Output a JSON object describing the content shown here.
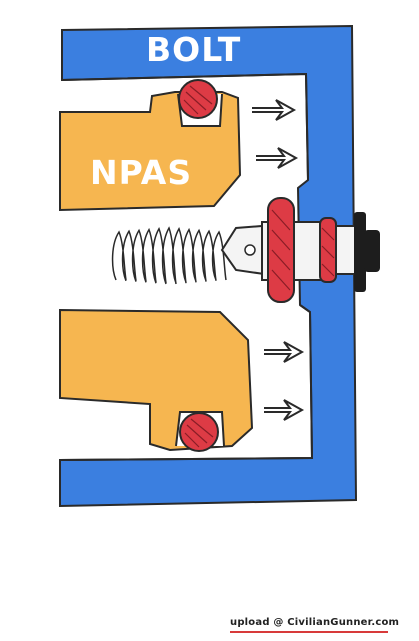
{
  "labels": {
    "bolt": "BOLT",
    "npas": "NPAS"
  },
  "watermark": {
    "text": "upload @ CivilianGunner.com"
  },
  "colors": {
    "bolt_blue": "#3b7fe0",
    "npas_orange": "#f6b650",
    "pin_red": "#dd3b45",
    "outline": "#2a2a2a",
    "background": "#ffffff"
  },
  "icons": {
    "arrows": "right-arrow-icon",
    "spring": "coil-spring-icon"
  }
}
